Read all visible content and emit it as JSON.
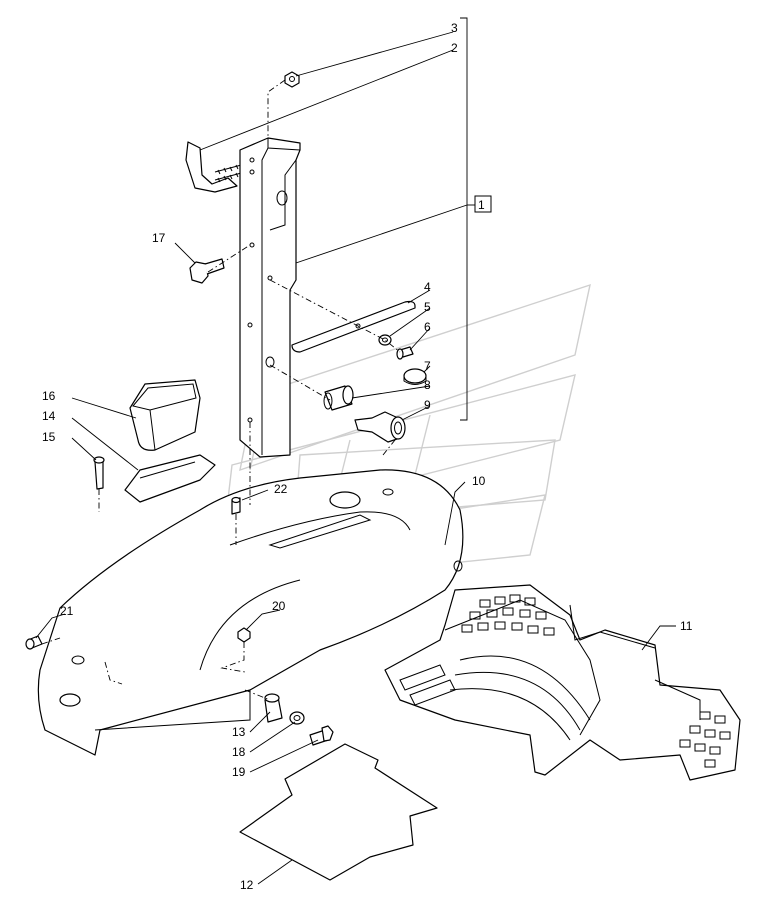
{
  "diagram": {
    "callouts": {
      "c1": "1",
      "c2": "2",
      "c3": "3",
      "c4": "4",
      "c5": "5",
      "c6": "6",
      "c7": "7",
      "c8": "8",
      "c9": "9",
      "c10": "10",
      "c11": "11",
      "c12": "12",
      "c13": "13",
      "c14": "14",
      "c15": "15",
      "c16": "16",
      "c17": "17",
      "c18": "18",
      "c19": "19",
      "c20": "20",
      "c21": "21",
      "c22": "22"
    },
    "watermark": "watermark-logo"
  }
}
